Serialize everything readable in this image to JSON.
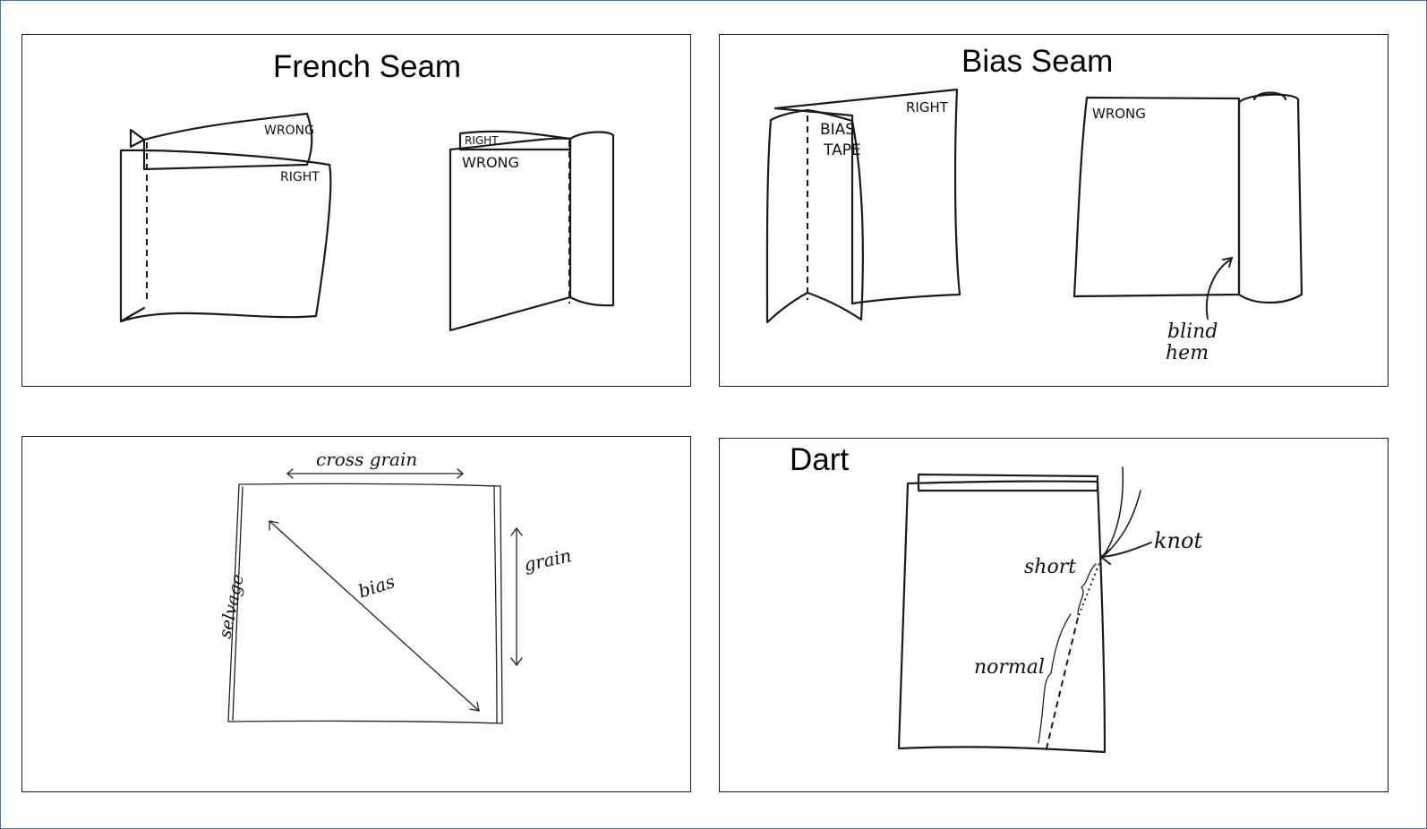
{
  "panels": {
    "french_seam": {
      "title": "French Seam",
      "labels": {
        "wrong_back": "WRONG",
        "right_front": "RIGHT",
        "right_small": "RIGHT",
        "wrong_front": "WRONG"
      }
    },
    "bias_seam": {
      "title": "Bias Seam",
      "labels": {
        "bias_tape_1": "BIAS",
        "bias_tape_2": "TAPE",
        "right": "RIGHT",
        "wrong": "WRONG",
        "blind_hem_1": "blind",
        "blind_hem_2": "hem"
      }
    },
    "grain": {
      "labels": {
        "cross_grain": "cross grain",
        "grain": "grain",
        "bias": "bias",
        "selvage": "selvage"
      }
    },
    "dart": {
      "title": "Dart",
      "labels": {
        "knot": "knot",
        "short": "short",
        "normal": "normal"
      }
    }
  },
  "colors": {
    "peach": "#f6d3c6",
    "pale_pink": "#f3e1df",
    "crimson": "#cf2352",
    "ink": "#1a1a1a",
    "frame_border": "#4a6fa5"
  }
}
